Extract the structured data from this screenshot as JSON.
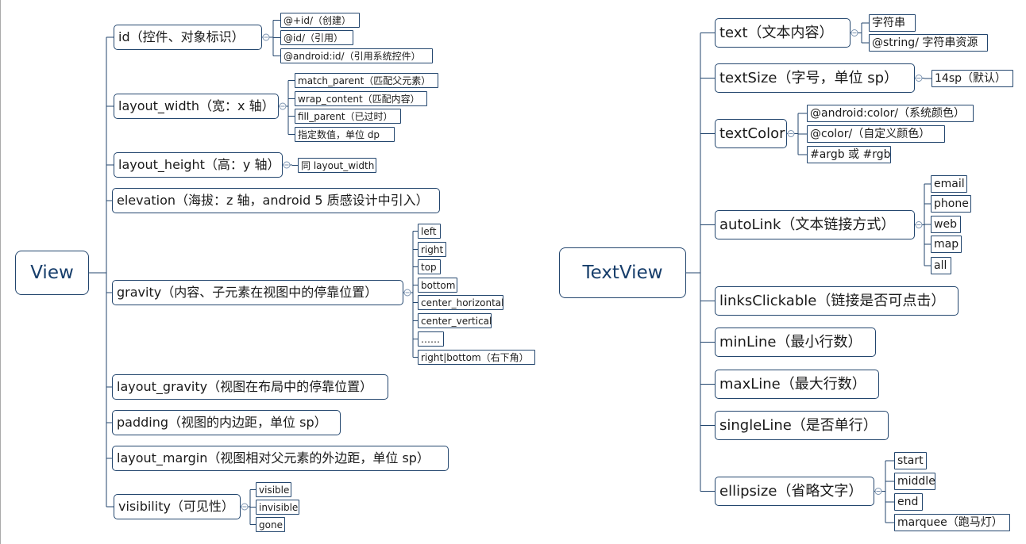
{
  "mindmap": {
    "view": {
      "label": "View",
      "children": [
        {
          "label": "id（控件、对象标识）",
          "children": [
            "@+id/（创建）",
            "@id/（引用）",
            "@android:id/（引用系统控件）"
          ]
        },
        {
          "label": "layout_width（宽：x 轴）",
          "children": [
            "match_parent（匹配父元素）",
            "wrap_content（匹配内容）",
            "fill_parent（已过时）",
            "指定数值，单位 dp"
          ]
        },
        {
          "label": "layout_height（高：y 轴）",
          "children": [
            "同 layout_width"
          ]
        },
        {
          "label": "elevation（海拔：z 轴，android 5 质感设计中引入）",
          "children": []
        },
        {
          "label": "gravity（内容、子元素在视图中的停靠位置）",
          "children": [
            "left",
            "right",
            "top",
            "bottom",
            "center_horizontal",
            "center_vertical",
            "……",
            "right|bottom（右下角）"
          ]
        },
        {
          "label": "layout_gravity（视图在布局中的停靠位置）",
          "children": []
        },
        {
          "label": "padding（视图的内边距，单位 sp）",
          "children": []
        },
        {
          "label": "layout_margin（视图相对父元素的外边距，单位 sp）",
          "children": []
        },
        {
          "label": "visibility（可见性）",
          "children": [
            "visible",
            "invisible",
            "gone"
          ]
        }
      ]
    },
    "textview": {
      "label": "TextView",
      "children": [
        {
          "label": "text（文本内容）",
          "children": [
            "字符串",
            "@string/ 字符串资源"
          ]
        },
        {
          "label": "textSize（字号，单位 sp）",
          "children": [
            "14sp（默认）"
          ]
        },
        {
          "label": "textColor",
          "children": [
            "@android:color/（系统颜色）",
            "@color/（自定义颜色）",
            "#argb 或 #rgb"
          ]
        },
        {
          "label": "autoLink（文本链接方式）",
          "children": [
            "email",
            "phone",
            "web",
            "map",
            "all"
          ]
        },
        {
          "label": "linksClickable（链接是否可点击）",
          "children": []
        },
        {
          "label": "minLine（最小行数）",
          "children": []
        },
        {
          "label": "maxLine（最大行数）",
          "children": []
        },
        {
          "label": "singleLine（是否单行）",
          "children": []
        },
        {
          "label": "ellipsize（省略文字）",
          "children": [
            "start",
            "middle",
            "end",
            "marquee（跑马灯）"
          ]
        }
      ]
    },
    "colors": {
      "border": "#23466e",
      "line": "#23466e",
      "root_text": "#173e6b",
      "collapse_circle": "#7b93b0"
    }
  }
}
